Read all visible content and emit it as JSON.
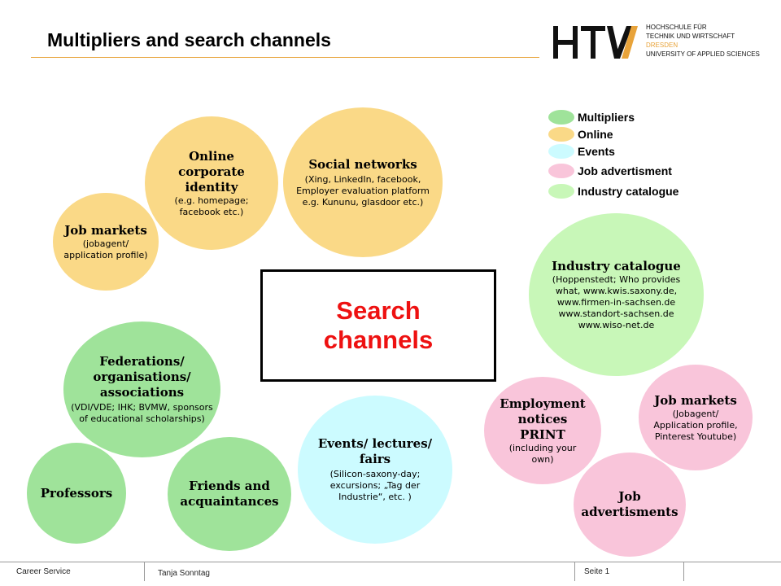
{
  "header": {
    "title": "Multipliers and search channels",
    "logo": {
      "mark": "HTW",
      "line1": "HOCHSCHULE FÜR",
      "line2": "TECHNIK UND WIRTSCHAFT",
      "line3": "DRESDEN",
      "line4": "UNIVERSITY OF APPLIED SCIENCES",
      "accent_color": "#e8a33a"
    }
  },
  "center": {
    "label": "Search\nchannels",
    "color": "#ee1111"
  },
  "legend": [
    {
      "label": "Multipliers",
      "color": "#9fe39a"
    },
    {
      "label": "Online",
      "color": "#fad987"
    },
    {
      "label": "Events",
      "color": "#ccfbff"
    },
    {
      "label": "Job advertisment",
      "color": "#f9c5da"
    },
    {
      "label": "Industry catalogue",
      "color": "#c8f7b8"
    }
  ],
  "bubbles": {
    "online_identity": {
      "title": "Online corporate identity",
      "sub": "(e.g. homepage; facebook etc.)"
    },
    "social_networks": {
      "title": "Social networks",
      "sub": "(Xing, LinkedIn, facebook, Employer evaluation platform e.g. Kununu, glasdoor etc.)"
    },
    "job_markets_online": {
      "title": "Job markets",
      "sub": "(jobagent/ application profile)"
    },
    "federations": {
      "title": "Federations/ organisations/ associations",
      "sub": "(VDI/VDE; IHK; BVMW, sponsors of educational scholarships)"
    },
    "professors": {
      "title": "Professors"
    },
    "friends": {
      "title": "Friends and acquaintances"
    },
    "events": {
      "title": "Events/ lectures/ fairs",
      "sub": "(Silicon-saxony-day; excursions; „Tag der Industrie“, etc. )"
    },
    "industry_catalogue": {
      "title": "Industry catalogue",
      "sub": "(Hoppenstedt; Who provides what, www.kwis.saxony.de, www.firmen-in-sachsen.de www.standort-sachsen.de www.wiso-net.de"
    },
    "employment_notices": {
      "title": "Employment notices PRINT",
      "sub": "(including your own)"
    },
    "job_markets_ads": {
      "title": "Job markets",
      "sub": "(Jobagent/ Application profile, Pinterest Youtube)"
    },
    "job_advertisments": {
      "title": "Job advertisments"
    }
  },
  "footer": {
    "left": "Career Service",
    "author": "Tanja Sonntag",
    "page": "Seite 1"
  }
}
